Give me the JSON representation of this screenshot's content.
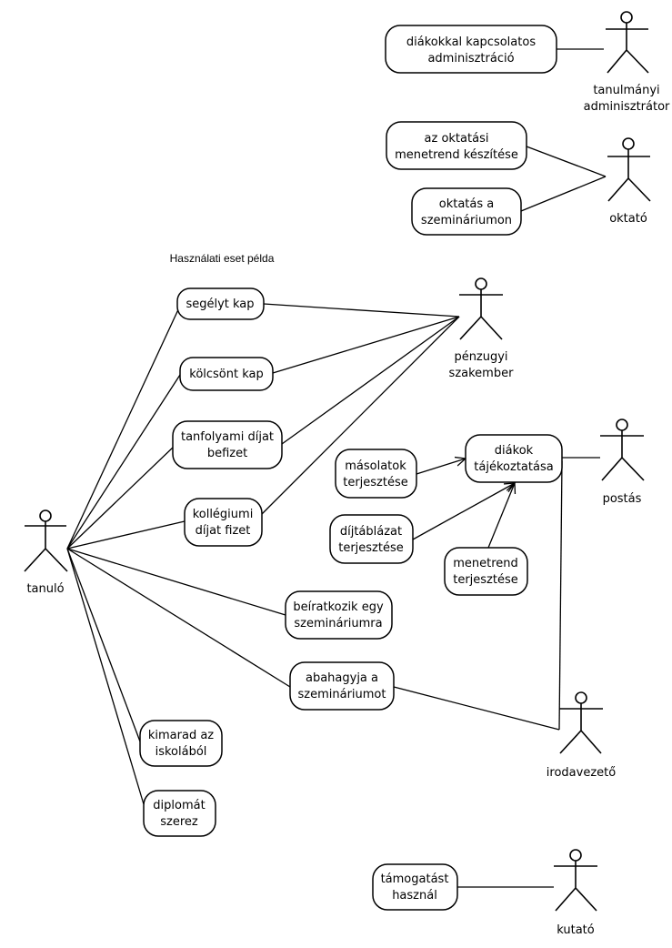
{
  "title": "Használati eset példa",
  "actors": {
    "tanulmanyi": [
      "tanulmányi",
      "adminisztrátor"
    ],
    "oktato": [
      "oktató"
    ],
    "penzugyi": [
      "pénzugyi",
      "szakember"
    ],
    "postas": [
      "postás"
    ],
    "tanulo": [
      "tanuló"
    ],
    "irodavezeto": [
      "irodavezető"
    ],
    "kutato": [
      "kutató"
    ]
  },
  "use_cases": {
    "diakokkal": [
      "diákokkal kapcsolatos",
      "adminisztráció"
    ],
    "menetrend_keszitese": [
      "az oktatási",
      "menetrend készítése"
    ],
    "oktatas": [
      "oktatás a",
      "szemináriumon"
    ],
    "segelyt": [
      "segélyt kap"
    ],
    "kolcsont": [
      "kölcsönt kap"
    ],
    "tanfolyami": [
      "tanfolyami díjat",
      "befizet"
    ],
    "kollegiumi": [
      "kollégiumi",
      "díjat fizet"
    ],
    "masolatok": [
      "másolatok",
      "terjesztése"
    ],
    "diakok_taj": [
      "diákok",
      "tájékoztatása"
    ],
    "dijtablazat": [
      "díjtáblázat",
      "terjesztése"
    ],
    "menetrend_terj": [
      "menetrend",
      "terjesztése"
    ],
    "beiratkozik": [
      "beíratkozik egy",
      "szemináriumra"
    ],
    "abahagyja": [
      "abahagyja a",
      "szemináriumot"
    ],
    "kimarad": [
      "kimarad az",
      "iskolából"
    ],
    "diplomat": [
      "diplomát",
      "szerez"
    ],
    "tamogatast": [
      "támogatást",
      "használ"
    ]
  }
}
